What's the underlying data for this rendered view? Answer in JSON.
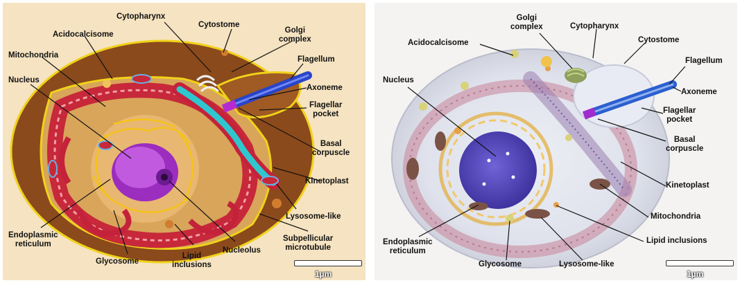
{
  "left": {
    "labels": {
      "cytopharynx": "Cytopharynx",
      "cytostome": "Cytostome",
      "golgi_complex": "Golgi\ncomplex",
      "acidocalcisome": "Acidocalcisome",
      "mitochondria": "Mitochondria",
      "flagellum": "Flagellum",
      "nucleus": "Nucleus",
      "axoneme": "Axoneme",
      "flagellar_pocket": "Flagellar\npocket",
      "basal_corpuscle": "Basal\ncorpuscle",
      "kinetoplast": "Kinetoplast",
      "lysosome_like": "Lysosome-like",
      "endoplasmic_reticulum": "Endoplasmic\nreticulum",
      "subpellicular_microtubule": "Subpellicular\nmicrotubule",
      "nucleolus": "Nucleolus",
      "glycosome": "Glycosome",
      "lipid_inclusions": "Lipid\ninclusions"
    },
    "scale_bar": "1µm"
  },
  "right": {
    "labels": {
      "golgi_complex": "Golgi\ncomplex",
      "cytopharynx": "Cytopharynx",
      "acidocalcisome": "Acidocalcisome",
      "cytostome": "Cytostome",
      "flagellum": "Flagellum",
      "nucleus": "Nucleus",
      "axoneme": "Axoneme",
      "flagellar_pocket": "Flagellar\npocket",
      "basal_corpuscle": "Basal\ncorpuscle",
      "kinetoplast": "Kinetoplast",
      "mitochondria": "Mitochondria",
      "lipid_inclusions": "Lipid inclusions",
      "endoplasmic_reticulum": "Endoplasmic\nreticulum",
      "glycosome": "Glycosome",
      "lysosome_like": "Lysosome-like"
    },
    "scale_bar": "1µm"
  }
}
